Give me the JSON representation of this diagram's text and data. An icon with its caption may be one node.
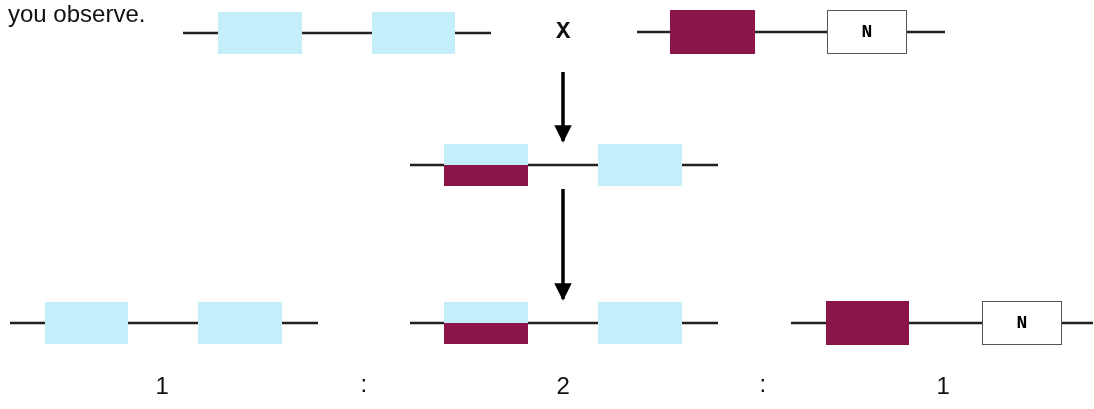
{
  "diagram": {
    "nodes": [
      {
        "text": [],
        "shape": "bar"
      },
      {
        "text": [],
        "shape": "bar"
      },
      {
        "text": [
          "N"
        ],
        "in": 1
      },
      {
        "text": [],
        "shape": "bar"
      },
      {
        "text": [],
        "shape": "bar"
      },
      {
        "text": [],
        "shape": "bar"
      },
      {
        "text": [],
        "shape": "bar"
      },
      {
        "text": [
          "N"
        ],
        "in": 6
      }
    ],
    "edges": [
      {
        "from": null,
        "to": 3,
        "arrow": "to"
      },
      {
        "from": 3,
        "to": 5,
        "arrow": "to"
      }
    ],
    "labels": [
      "you observe.",
      "X",
      "1",
      ":",
      "2",
      ":",
      "1"
    ]
  }
}
